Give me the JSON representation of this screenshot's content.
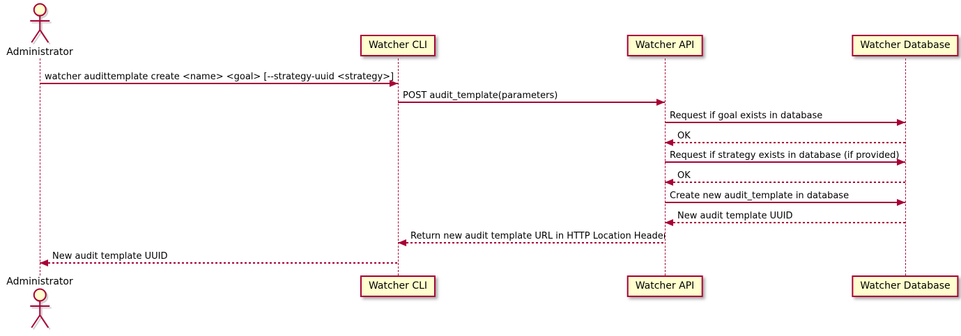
{
  "diagram": {
    "type": "uml-sequence",
    "actor": {
      "name": "Administrator"
    },
    "participants": [
      {
        "label": "Watcher CLI"
      },
      {
        "label": "Watcher API"
      },
      {
        "label": "Watcher Database"
      }
    ],
    "messages": [
      {
        "label": "watcher audittemplate create <name> <goal> [--strategy-uuid <strategy>]",
        "from": "Administrator",
        "to": "Watcher CLI",
        "style": "solid"
      },
      {
        "label": "POST audit_template(parameters)",
        "from": "Watcher CLI",
        "to": "Watcher API",
        "style": "solid"
      },
      {
        "label": "Request if goal exists in database",
        "from": "Watcher API",
        "to": "Watcher Database",
        "style": "solid"
      },
      {
        "label": "OK",
        "from": "Watcher Database",
        "to": "Watcher API",
        "style": "dashed"
      },
      {
        "label": "Request if strategy exists in database (if provided)",
        "from": "Watcher API",
        "to": "Watcher Database",
        "style": "solid"
      },
      {
        "label": "OK",
        "from": "Watcher Database",
        "to": "Watcher API",
        "style": "dashed"
      },
      {
        "label": "Create new audit_template in database",
        "from": "Watcher API",
        "to": "Watcher Database",
        "style": "solid"
      },
      {
        "label": "New audit template UUID",
        "from": "Watcher Database",
        "to": "Watcher API",
        "style": "dashed"
      },
      {
        "label": "Return new audit template URL in HTTP Location Header",
        "from": "Watcher API",
        "to": "Watcher CLI",
        "style": "dashed"
      },
      {
        "label": "New audit template UUID",
        "from": "Watcher CLI",
        "to": "Administrator",
        "style": "dashed"
      }
    ],
    "colors": {
      "participant_fill": "#FEFECE",
      "line": "#A80036",
      "text": "#000000",
      "shadow": "#6E6E6E"
    }
  }
}
